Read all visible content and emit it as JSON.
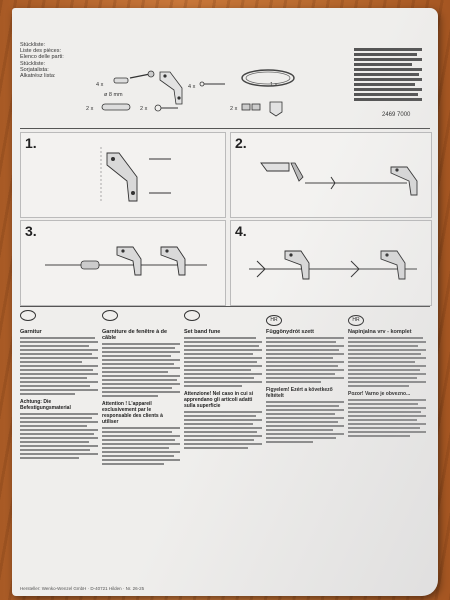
{
  "parts_labels": [
    "Stückliste:",
    "Liste des pièces:",
    "Elenco delle parti:",
    "Stückliste:",
    "Sorjatalista:",
    "Alkatrész lista:"
  ],
  "parts": [
    {
      "qty": "4 x",
      "note": "ø 8 mm"
    },
    {
      "qty": "4 x"
    },
    {
      "qty": "1 x"
    },
    {
      "qty": "2 x"
    },
    {
      "qty": "2 x"
    },
    {
      "qty": "2 x"
    }
  ],
  "article_number": "2469 7000",
  "steps": [
    "1.",
    "2.",
    "3.",
    "4."
  ],
  "languages": [
    {
      "icon": "",
      "title": "Garnitur",
      "subtitle": "Achtung: Die Befestigungsmaterial"
    },
    {
      "icon": "",
      "title": "Garniture de fenêtre à de câble",
      "subtitle": "Attention ! L'appareil exclusivement par le responsable des clients à utiliser"
    },
    {
      "icon": "",
      "title": "Set band fune",
      "subtitle": "Attenzione! Nel caso in cui si apprendano gli articoli adatti sulla superficie"
    },
    {
      "icon": "HR",
      "title": "Függönydrót szett",
      "subtitle": "Figyelem! Ezért a következő feltételt"
    },
    {
      "icon": "HR",
      "title": "Napinjalna vrv - komplet",
      "subtitle": "Pozor! Varno je obvezno..."
    }
  ],
  "footer": "Hersteller: Wenko-Wenzel GmbH · D-40721 Hilden · Nr. 26-25"
}
